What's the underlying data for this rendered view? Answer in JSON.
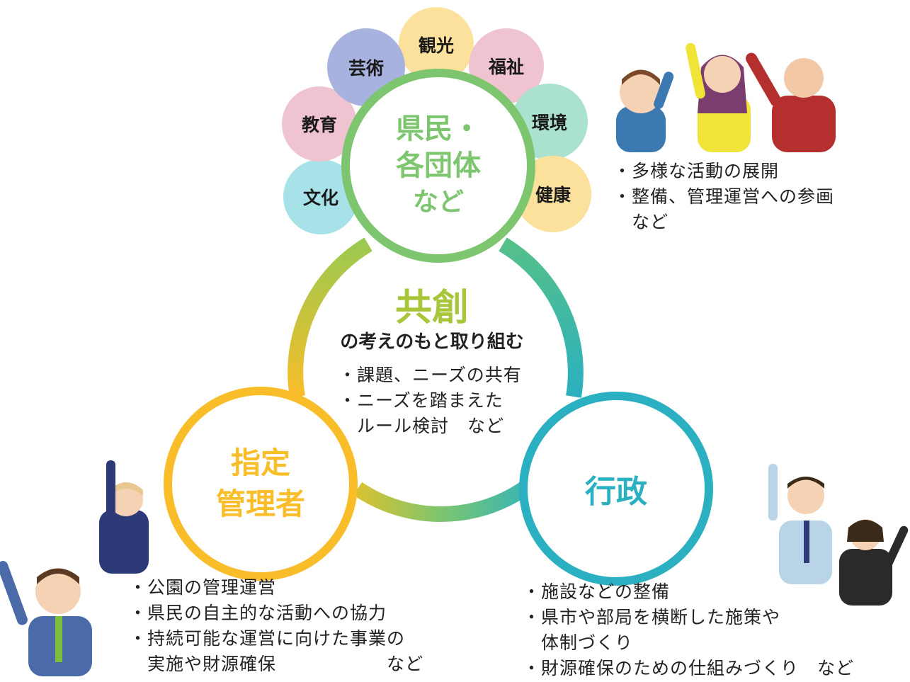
{
  "colors": {
    "green": "#7dc56e",
    "yellow": "#f9bd2a",
    "teal": "#2ab0c0",
    "title_gradient": "#8dc63f"
  },
  "petals": {
    "kanko": {
      "label": "観光",
      "color": "#fbe19b"
    },
    "fukushi": {
      "label": "福祉",
      "color": "#efc4d0"
    },
    "kankyo": {
      "label": "環境",
      "color": "#abe2cd"
    },
    "kenko": {
      "label": "健康",
      "color": "#fbe19b"
    },
    "bunka": {
      "label": "文化",
      "color": "#a7e2e8"
    },
    "kyoiku": {
      "label": "教育",
      "color": "#efc4d0"
    },
    "geijutsu": {
      "label": "芸術",
      "color": "#a8b2de"
    }
  },
  "citizens": {
    "title_line1": "県民・",
    "title_line2": "各団体",
    "title_line3": "など",
    "bullets": "・多様な活動の展開\n・整備、管理運営への参画\n　など"
  },
  "center": {
    "title": "共創",
    "subtitle": "の考えのもと取り組む",
    "bullets": "・課題、ニーズの共有\n・ニーズを踏まえた\n　ルール検討　など"
  },
  "manager": {
    "title_line1": "指定",
    "title_line2": "管理者",
    "bullets": "・公園の管理運営\n・県民の自主的な活動への協力\n・持続可能な運営に向けた事業の\n　実施や財源確保　　　　　　など"
  },
  "government": {
    "title": "行政",
    "bullets": "・施設などの整備\n・県市や部局を横断した施策や\n　体制づくり\n・財源確保のための仕組みづくり　など"
  }
}
